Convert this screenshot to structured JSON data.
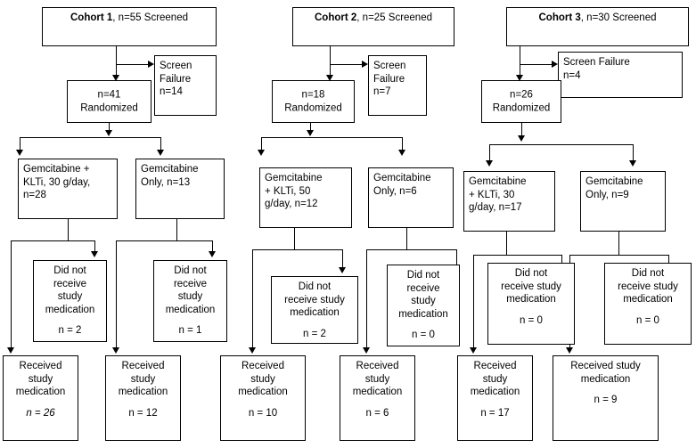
{
  "figure": {
    "type": "flowchart",
    "title": "CONSORT-style participant flow diagram across three cohorts",
    "cohort_count": 3
  },
  "cohorts": [
    {
      "id": "cohort-1",
      "header_bold": "Cohort 1",
      "header_rest": ", n=55 Screened",
      "screened": 55,
      "screen_failure": {
        "line1": "Screen",
        "line2": "Failure",
        "line3": "n=14",
        "n": 14
      },
      "randomized": {
        "line1": "n=41",
        "line2": "Randomized",
        "n": 41
      },
      "arms": [
        {
          "id": "c1-arm-a",
          "label_lines": [
            "Gemcitabine +",
            "KLTi, 30 g/day,",
            "n=28"
          ],
          "n": 28,
          "did_not_receive": {
            "lines": [
              "Did not",
              "receive",
              "study",
              "medication"
            ],
            "n_label": "n = 2",
            "n": 2
          },
          "received": {
            "lines": [
              "Received",
              "study",
              "medication"
            ],
            "n_label": "n = 26",
            "n": 26,
            "italic_n": true
          }
        },
        {
          "id": "c1-arm-b",
          "label_lines": [
            "Gemcitabine",
            "Only, n=13"
          ],
          "n": 13,
          "did_not_receive": {
            "lines": [
              "Did not",
              "receive",
              "study",
              "medication"
            ],
            "n_label": "n = 1",
            "n": 1
          },
          "received": {
            "lines": [
              "Received",
              "study",
              "medication"
            ],
            "n_label": "n = 12",
            "n": 12,
            "italic_n": false
          }
        }
      ]
    },
    {
      "id": "cohort-2",
      "header_bold": "Cohort 2",
      "header_rest": ", n=25 Screened",
      "screened": 25,
      "screen_failure": {
        "line1": "Screen",
        "line2": "Failure",
        "line3": "n=7",
        "n": 7
      },
      "randomized": {
        "line1": "n=18",
        "line2": "Randomized",
        "n": 18
      },
      "arms": [
        {
          "id": "c2-arm-a",
          "label_lines": [
            "Gemcitabine",
            "+ KLTi, 50",
            "g/day, n=12"
          ],
          "n": 12,
          "did_not_receive": {
            "lines": [
              "Did not",
              "receive study",
              "medication"
            ],
            "n_label": "n = 2",
            "n": 2
          },
          "received": {
            "lines": [
              "Received",
              "study",
              "medication"
            ],
            "n_label": "n = 10",
            "n": 10,
            "italic_n": false
          }
        },
        {
          "id": "c2-arm-b",
          "label_lines": [
            "Gemcitabine",
            "Only, n=6"
          ],
          "n": 6,
          "did_not_receive": {
            "lines": [
              "Did not",
              "receive",
              "study",
              "medication"
            ],
            "n_label": "n = 0",
            "n": 0
          },
          "received": {
            "lines": [
              "Received",
              "study",
              "medication"
            ],
            "n_label": "n = 6",
            "n": 6,
            "italic_n": false
          }
        }
      ]
    },
    {
      "id": "cohort-3",
      "header_bold": "Cohort 3",
      "header_rest": ", n=30 Screened",
      "screened": 30,
      "screen_failure": {
        "line1": "Screen Failure",
        "line2": "n=4",
        "line3": "",
        "n": 4
      },
      "randomized": {
        "line1": "n=26",
        "line2": "Randomized",
        "n": 26
      },
      "arms": [
        {
          "id": "c3-arm-a",
          "label_lines": [
            "Gemcitabine",
            "+ KLTi, 30",
            "g/day, n=17"
          ],
          "n": 17,
          "did_not_receive": {
            "lines": [
              "Did not",
              "receive study",
              "medication"
            ],
            "n_label": "n = 0",
            "n": 0
          },
          "received": {
            "lines": [
              "Received",
              "study",
              "medication"
            ],
            "n_label": "n = 17",
            "n": 17,
            "italic_n": false
          }
        },
        {
          "id": "c3-arm-b",
          "label_lines": [
            "Gemcitabine",
            "Only, n=9"
          ],
          "n": 9,
          "did_not_receive": {
            "lines": [
              "Did not",
              "receive study",
              "medication"
            ],
            "n_label": "n = 0",
            "n": 0
          },
          "received": {
            "lines": [
              "Received study",
              "medication"
            ],
            "n_label": "n = 9",
            "n": 9,
            "italic_n": false
          }
        }
      ]
    }
  ],
  "colors": {
    "stroke": "#000000",
    "background": "#ffffff",
    "text": "#000000"
  }
}
